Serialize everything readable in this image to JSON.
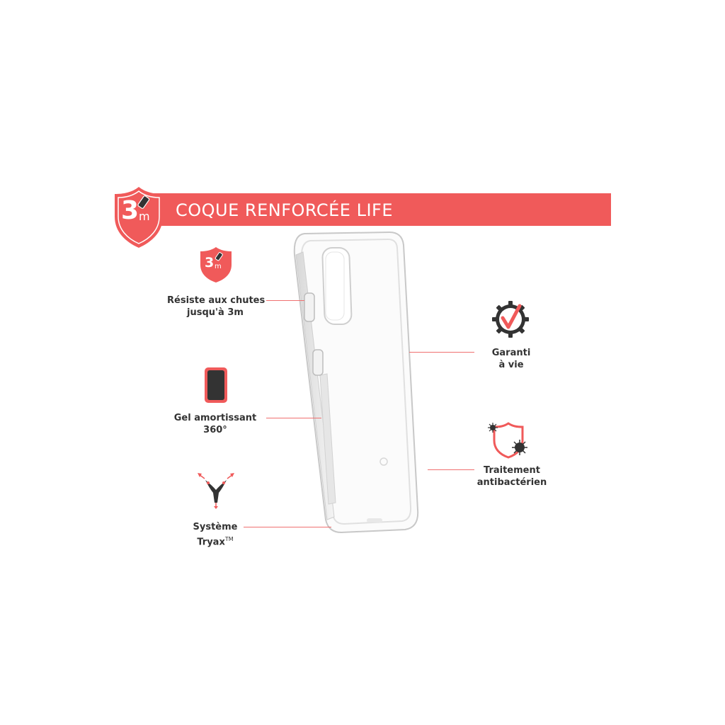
{
  "banner": {
    "title": "COQUE RENFORCÉE LIFE",
    "badge_value": "3",
    "badge_unit": "m",
    "color": "#f05a5a"
  },
  "features": {
    "drop": {
      "icon": "drop-shield-icon",
      "icon_value": "3",
      "icon_unit": "m",
      "line1": "Résiste aux chutes",
      "line2": "jusqu'à 3m"
    },
    "gel": {
      "icon": "phone-gel-icon",
      "line1": "Gel amortissant",
      "line2": "360°"
    },
    "tryax": {
      "icon": "tryax-arrows-icon",
      "line1": "Système",
      "line2": "Tryax",
      "line2_suffix": "TM"
    },
    "warranty": {
      "icon": "gear-check-icon",
      "line1": "Garanti",
      "line2": "à vie"
    },
    "antibacterial": {
      "icon": "shield-bacteria-icon",
      "line1": "Traitement",
      "line2": "antibactérien"
    }
  },
  "colors": {
    "accent": "#f05a5a",
    "text": "#333333",
    "leader": "#f07070"
  }
}
